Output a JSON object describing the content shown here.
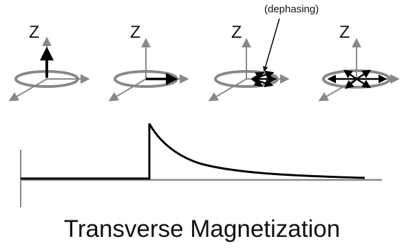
{
  "diagram": {
    "stages": [
      {
        "axis_label": "Z",
        "state": "longitudinal"
      },
      {
        "axis_label": "Z",
        "state": "transverse"
      },
      {
        "axis_label": "Z",
        "state": "dephasing-start"
      },
      {
        "axis_label": "Z",
        "state": "fully-dephased"
      }
    ],
    "annotation": "(dephasing)",
    "caption": "Transverse Magnetization",
    "colors": {
      "axes": "#888888",
      "ellipse": "#888888",
      "vector": "#000000",
      "curve": "#000000",
      "baseline": "#888888"
    }
  }
}
